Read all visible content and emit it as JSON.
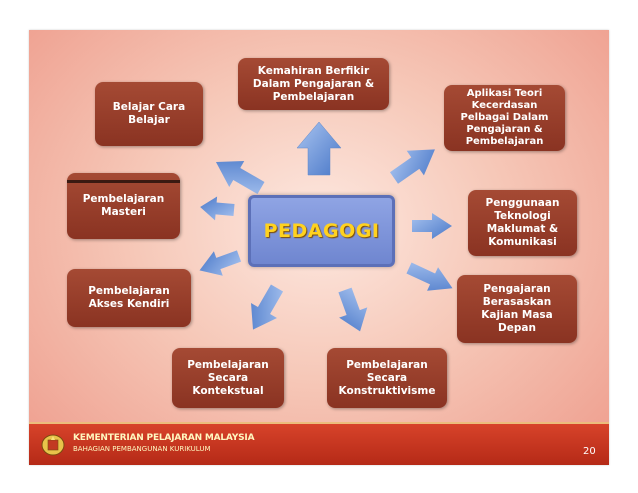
{
  "center": {
    "label": "PEDAGOGI"
  },
  "nodes": [
    {
      "id": "kemahiran",
      "label": "Kemahiran Berfikir\nDalam Pengajaran &\nPembelajaran"
    },
    {
      "id": "aplikasi",
      "label": "Aplikasi Teori\nKecerdasan\nPelbagai Dalam\nPengajaran &\nPembelajaran"
    },
    {
      "id": "ict",
      "label": "Penggunaan\nTeknologi\nMaklumat &\nKomunikasi"
    },
    {
      "id": "masa-depan",
      "label": "Pengajaran\nBerasaskan\nKajian Masa\nDepan"
    },
    {
      "id": "konstruktivisme",
      "label": "Pembelajaran\nSecara\nKonstruktivisme"
    },
    {
      "id": "kontekstual",
      "label": "Pembelajaran\nSecara\nKontekstual"
    },
    {
      "id": "akses-kendiri",
      "label": "Pembelajaran\nAkses Kendiri"
    },
    {
      "id": "masteri",
      "label": "Pembelajaran\nMasteri"
    },
    {
      "id": "belajar-cara",
      "label": "Belajar Cara\nBelajar"
    }
  ],
  "footer": {
    "ministry": "KEMENTERIAN PELAJARAN MALAYSIA",
    "division": "BAHAGIAN PEMBANGUNAN KURIKULUM",
    "page_number": "20"
  },
  "colors": {
    "node_fill": "#8a3322",
    "center_fill": "#7b90d8",
    "center_text": "#ffd21f",
    "arrow": "#5b8ad6",
    "footer": "#c6341f"
  }
}
